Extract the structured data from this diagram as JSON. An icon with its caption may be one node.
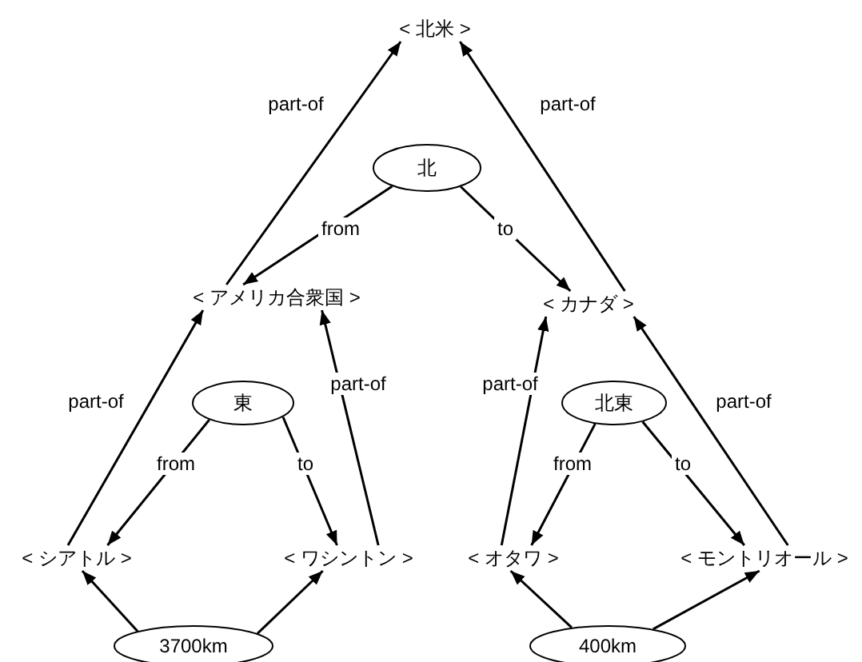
{
  "diagram": {
    "nodes": [
      {
        "text": [
          "< 北米 >"
        ]
      },
      {
        "text": [
          "北"
        ]
      },
      {
        "text": [
          "< アメリカ合衆国 >"
        ]
      },
      {
        "text": [
          "< カナダ >"
        ]
      },
      {
        "text": [
          "東"
        ]
      },
      {
        "text": [
          "北東"
        ]
      },
      {
        "text": [
          "< シアトル >"
        ]
      },
      {
        "text": [
          "< ワシントン >"
        ]
      },
      {
        "text": [
          "< オタワ >"
        ]
      },
      {
        "text": [
          "< モントリオール >"
        ]
      },
      {
        "text": [
          "3700km"
        ]
      },
      {
        "text": [
          "400km"
        ]
      }
    ],
    "edges": [
      {
        "from": 2,
        "to": 0,
        "arrow": "to",
        "label": "part-of"
      },
      {
        "from": 3,
        "to": 0,
        "arrow": "to",
        "label": "part-of"
      },
      {
        "from": 1,
        "to": 2,
        "arrow": "to",
        "label": "from"
      },
      {
        "from": 1,
        "to": 3,
        "arrow": "to",
        "label": "to"
      },
      {
        "from": 6,
        "to": 2,
        "arrow": "to",
        "label": "part-of"
      },
      {
        "from": 7,
        "to": 2,
        "arrow": "to",
        "label": "part-of"
      },
      {
        "from": 4,
        "to": 6,
        "arrow": "to",
        "label": "from"
      },
      {
        "from": 4,
        "to": 7,
        "arrow": "to",
        "label": "to"
      },
      {
        "from": 8,
        "to": 3,
        "arrow": "to",
        "label": "part-of"
      },
      {
        "from": 9,
        "to": 3,
        "arrow": "to",
        "label": "part-of"
      },
      {
        "from": 5,
        "to": 8,
        "arrow": "to",
        "label": "from"
      },
      {
        "from": 5,
        "to": 9,
        "arrow": "to",
        "label": "to"
      },
      {
        "from": 10,
        "to": 6,
        "arrow": "to"
      },
      {
        "from": 10,
        "to": 7,
        "arrow": "to"
      },
      {
        "from": 11,
        "to": 8,
        "arrow": "to"
      },
      {
        "from": 11,
        "to": 9,
        "arrow": "to"
      }
    ]
  }
}
